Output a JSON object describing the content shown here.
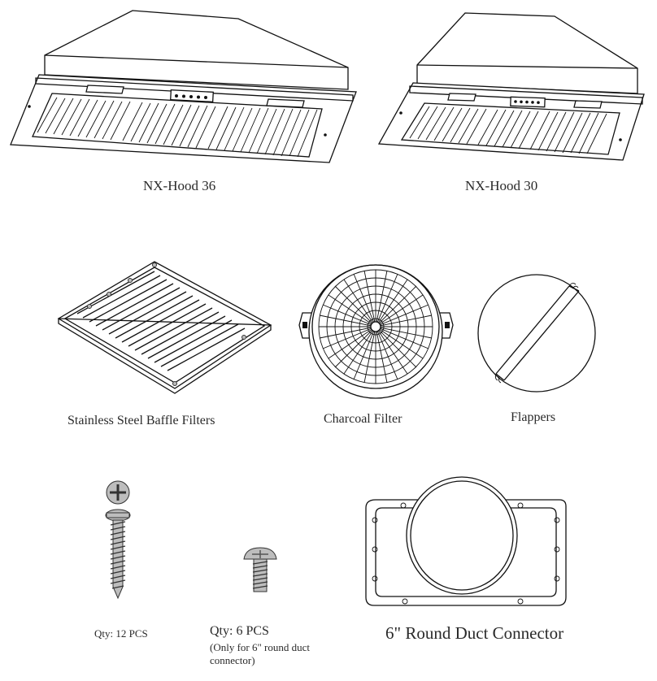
{
  "parts": {
    "hood36": {
      "label": "NX-Hood 36"
    },
    "hood30": {
      "label": "NX-Hood 30"
    },
    "baffle": {
      "label": "Stainless Steel Baffle Filters"
    },
    "charcoal": {
      "label": "Charcoal Filter"
    },
    "flappers": {
      "label": "Flappers"
    },
    "screw_long": {
      "qty": "Qty: 12 PCS"
    },
    "screw_short": {
      "qty": "Qty: 6 PCS",
      "note_line1": "(Only for 6\" round duct",
      "note_line2": "connector)"
    },
    "duct": {
      "label": "6\" Round Duct Connector"
    }
  }
}
